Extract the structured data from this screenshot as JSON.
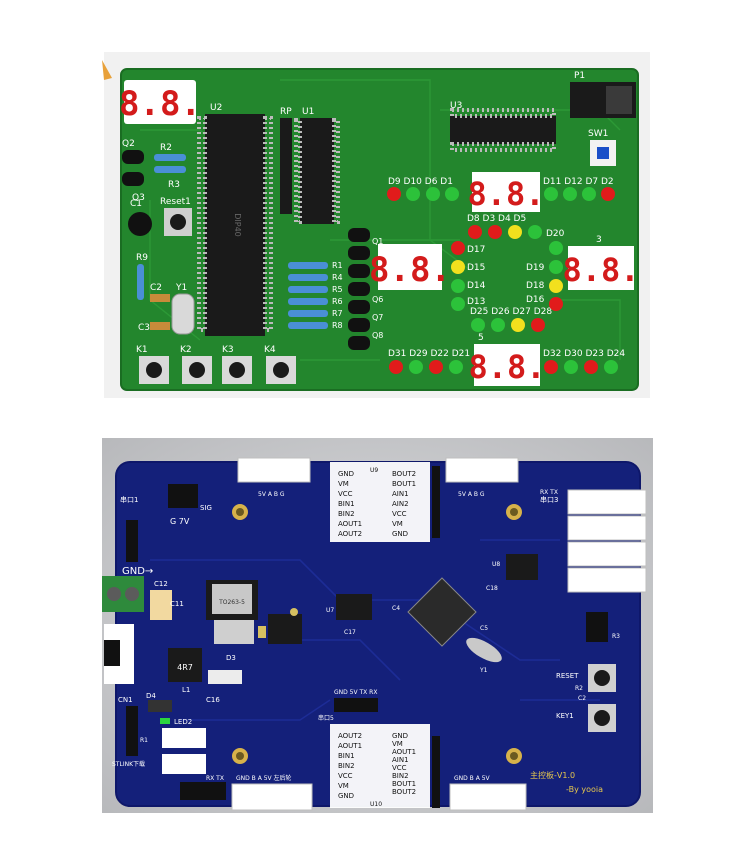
{
  "top_board": {
    "components": {
      "p1": "P1",
      "sw1": "SW1",
      "u2": "U2",
      "u2_chip": "DIP40",
      "rp1": "RP",
      "u1": "U1",
      "u3": "U3",
      "q2": "Q2",
      "r2": "R2",
      "r3": "R3",
      "q3": "Q3",
      "c1": "C1",
      "reset": "Reset1",
      "r9": "R9",
      "c2": "C2",
      "y1": "Y1",
      "c3": "C3",
      "k1": "K1",
      "k2": "K2",
      "k3": "K3",
      "k4": "K4",
      "r1": "R1",
      "r4": "R4",
      "r5": "R5",
      "r6": "R6",
      "r7": "R7",
      "r8": "R8",
      "q1": "Q1",
      "q6": "Q6",
      "q7": "Q7",
      "q8": "Q8",
      "num3": "3",
      "num5": "5"
    },
    "leds": {
      "row1_left": "D9 D10 D6 D1",
      "row1_right": "D11 D12 D7 D2",
      "row2": "D8 D3 D4 D5",
      "left_col": [
        "D17",
        "D15",
        "D14",
        "D13"
      ],
      "right_col": [
        "D20",
        "D19",
        "D18",
        "D16"
      ],
      "row3": "D25 D26 D27 D28",
      "bottom_left": "D31 D29 D22 D21",
      "bottom_right": "D32 D30 D23 D24"
    },
    "seven_seg": "8.8."
  },
  "bottom_board": {
    "driver_top_labels": [
      "GND",
      "VM",
      "VCC",
      "BIN1",
      "BIN2",
      "AOUT1",
      "AOUT2"
    ],
    "driver_top_right": [
      "BOUT2",
      "BOUT1",
      "AIN1",
      "AIN2",
      "VCC",
      "VM",
      "GND"
    ],
    "driver_bot_labels": [
      "AOUT2",
      "AOUT1",
      "BIN1",
      "BIN2",
      "VCC",
      "VM",
      "GND"
    ],
    "driver_bot_right": [
      "GND",
      "VM",
      "AOUT1",
      "AIN1",
      "VCC",
      "BIN2",
      "BOUT1",
      "BOUT2"
    ],
    "u9": "U9",
    "u10": "U10",
    "conn_top_left": "5V  A  B  G",
    "conn_top_right": "5V  A  B  G",
    "conn_bot_right": "GND  B  A  5V",
    "uart3": "RX TX",
    "uart3_label": "串口3",
    "sig": "SIG",
    "g7v": "G 7V",
    "uart1": "串口1",
    "gnd_arrow": "GND→",
    "uart15": "GND 5V  TX  RX",
    "uart15_label": "串口5",
    "stlink": "STLINK下载",
    "cn1": "CN1",
    "uart4": "RX TX",
    "left_wheel": "GND  B  A  5V 左后轮",
    "to263": "TO263-5",
    "inductor": "4R7",
    "labels": {
      "c12": "C12",
      "c11": "C11",
      "l1": "L1",
      "d3": "D3",
      "c16": "C16",
      "d4": "D4",
      "led2": "LED2",
      "r1": "R1",
      "c17": "C17",
      "u7": "U7",
      "u8": "U8",
      "c18": "C18",
      "c4": "C4",
      "c5": "C5",
      "y1": "Y1",
      "reset": "RESET",
      "key1": "KEY1",
      "r2": "R2",
      "r3": "R3",
      "c2": "C2"
    },
    "version": "主控板-V1.0",
    "author": "-By yooia"
  }
}
